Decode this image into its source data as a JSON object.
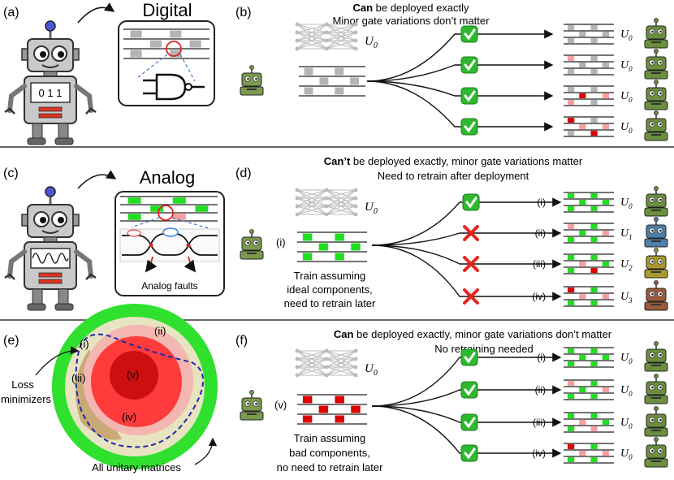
{
  "panels": {
    "a": "(a)",
    "b": "(b)",
    "c": "(c)",
    "d": "(d)",
    "e": "(e)",
    "f": "(f)"
  },
  "titles": {
    "digital": "Digital",
    "analog": "Analog",
    "analog_faults": "Analog faults"
  },
  "robot_screen": "0 1 1",
  "b": {
    "line1_bold": "Can",
    "line1_rest": " be deployed exactly",
    "line2": "Minor gate variations don’t matter",
    "u0": "U",
    "sub0": "0"
  },
  "d": {
    "line1_bold": "Can’t",
    "line1_rest": " be deployed exactly, minor gate variations matter",
    "line2": "Need to retrain after deployment",
    "left_label": "(i)",
    "caption": [
      "Train assuming",
      "ideal components,",
      "need to retrain later"
    ],
    "rows": [
      {
        "idx": "(i)",
        "sub": "0",
        "ok": true,
        "color": "#6b8f3e"
      },
      {
        "idx": "(ii)",
        "sub": "1",
        "ok": false,
        "color": "#4f7ea6"
      },
      {
        "idx": "(iii)",
        "sub": "2",
        "ok": false,
        "color": "#a89a2e"
      },
      {
        "idx": "(iv)",
        "sub": "3",
        "ok": false,
        "color": "#9a5a3c"
      }
    ]
  },
  "e": {
    "regions": [
      "(i)",
      "(ii)",
      "(iii)",
      "(iv)",
      "(v)"
    ],
    "loss": [
      "Loss",
      "minimizers"
    ],
    "all": "All unitary matrices"
  },
  "f": {
    "line1_bold": "Can",
    "line1_rest": " be deployed exactly, minor gate variations don’t matter",
    "line2": "No retraining needed",
    "left_label": "(v)",
    "caption": [
      "Train assuming",
      "bad components,",
      "no need to retrain later"
    ],
    "rows": [
      "(i)",
      "(ii)",
      "(iii)",
      "(iv)"
    ]
  },
  "colors": {
    "green": "#22dd22",
    "red": "#dd0000",
    "pink": "#f5a0a0",
    "gray": "#b4b4b4",
    "check": "#2fb82f",
    "cross": "#e8241e"
  }
}
